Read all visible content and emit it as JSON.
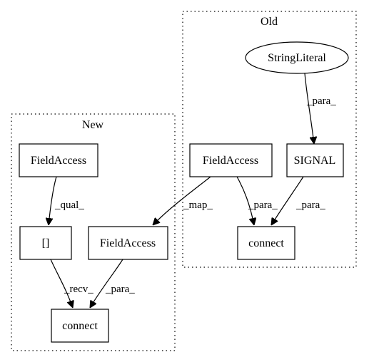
{
  "clusters": {
    "old": {
      "label": "Old"
    },
    "new": {
      "label": "New"
    }
  },
  "nodes": {
    "string_literal": "StringLiteral",
    "signal": "SIGNAL",
    "old_field_access": "FieldAccess",
    "old_connect": "connect",
    "new_field_access_top": "FieldAccess",
    "index": "[]",
    "new_field_access_right": "FieldAccess",
    "new_connect": "connect"
  },
  "edges": {
    "string_literal_to_signal": "_para_",
    "old_field_access_to_new_field_access": "_map_",
    "old_field_access_to_old_connect": "_para_",
    "signal_to_old_connect": "_para_",
    "new_field_access_top_to_index": "_qual_",
    "index_to_new_connect": "_recv_",
    "new_field_access_right_to_new_connect": "_para_"
  }
}
